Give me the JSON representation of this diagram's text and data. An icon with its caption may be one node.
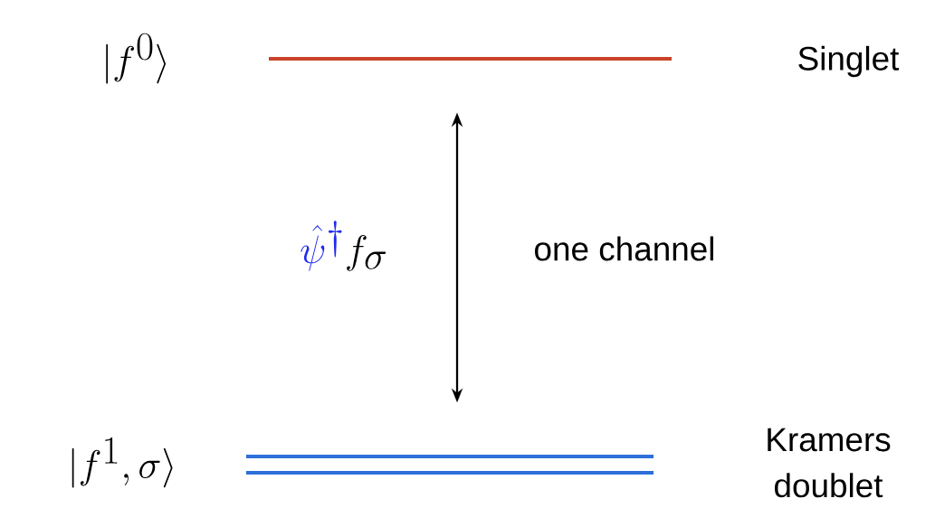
{
  "diagram": {
    "nodes": [
      {
        "text": [
          "|f^0\\rangle"
        ],
        "beside": [
          "Singlet"
        ]
      },
      {
        "text": [
          "|f^1,\\sigma\\rangle"
        ],
        "beside": [
          "Kramers doublet"
        ]
      }
    ],
    "edges": [
      {
        "from": 1,
        "to": 0,
        "arrow": "both",
        "label": "{\\color[HTML]{1F2BF0}\\hat{\\psi}^{\\dagger}} f_{\\sigma}"
      }
    ],
    "labels": [
      "one channel"
    ]
  }
}
